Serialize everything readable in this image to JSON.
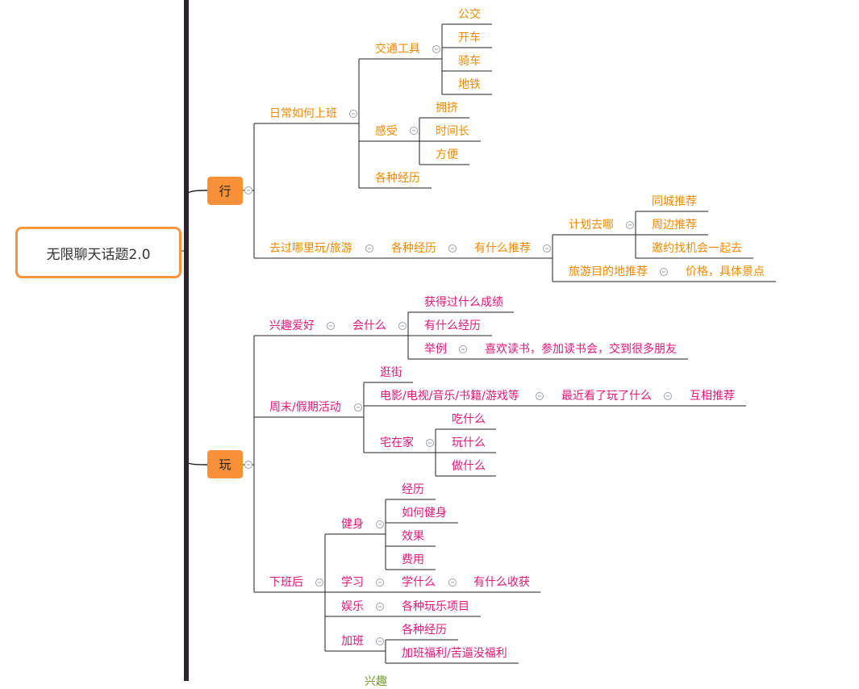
{
  "root": {
    "label": "无限聊天话题2.0"
  },
  "colors": {
    "accent": "#f9913b",
    "orange_text": "#ee8a00",
    "pink_text": "#e0187c",
    "green_text": "#6f9a2b",
    "line": "#222222",
    "spine": "#2d2430"
  },
  "branches": [
    {
      "label": "行",
      "children": [
        {
          "label": "日常如何上班",
          "children": [
            {
              "label": "交通工具",
              "children": [
                "公交",
                "开车",
                "骑车",
                "地铁"
              ]
            },
            {
              "label": "感受",
              "children": [
                "拥挤",
                "时间长",
                "方便"
              ]
            },
            {
              "label": "各种经历"
            }
          ]
        },
        {
          "label": "去过哪里玩/旅游",
          "children": [
            {
              "label": "各种经历",
              "children": [
                {
                  "label": "有什么推荐",
                  "children": [
                    {
                      "label": "计划去哪",
                      "children": [
                        "同城推荐",
                        "周边推荐",
                        "邀约找机会一起去"
                      ]
                    },
                    {
                      "label": "旅游目的地推荐",
                      "children": [
                        "价格，具体景点"
                      ]
                    }
                  ]
                }
              ]
            }
          ]
        }
      ]
    },
    {
      "label": "玩",
      "children": [
        {
          "label": "兴趣爱好",
          "children": [
            {
              "label": "会什么",
              "children": [
                "获得过什么成绩",
                "有什么经历",
                {
                  "label": "举例",
                  "children": [
                    "喜欢读书，参加读书会，交到很多朋友"
                  ]
                }
              ]
            }
          ]
        },
        {
          "label": "周末/假期活动",
          "children": [
            {
              "label": "逛街"
            },
            {
              "label": "电影/电视/音乐/书籍/游戏等",
              "children": [
                {
                  "label": "最近看了玩了什么",
                  "children": [
                    "互相推荐"
                  ]
                }
              ]
            },
            {
              "label": "宅在家",
              "children": [
                "吃什么",
                "玩什么",
                "做什么"
              ]
            }
          ]
        },
        {
          "label": "下班后",
          "children": [
            {
              "label": "健身",
              "children": [
                "经历",
                "如何健身",
                "效果",
                "费用"
              ]
            },
            {
              "label": "学习",
              "children": [
                {
                  "label": "学什么",
                  "children": [
                    "有什么收获"
                  ]
                }
              ]
            },
            {
              "label": "娱乐",
              "children": [
                "各种玩乐项目"
              ]
            },
            {
              "label": "加班",
              "children": [
                "各种经历",
                "加班福利/苦逼没福利"
              ]
            }
          ]
        }
      ]
    }
  ],
  "cutoff_label": "兴趣"
}
